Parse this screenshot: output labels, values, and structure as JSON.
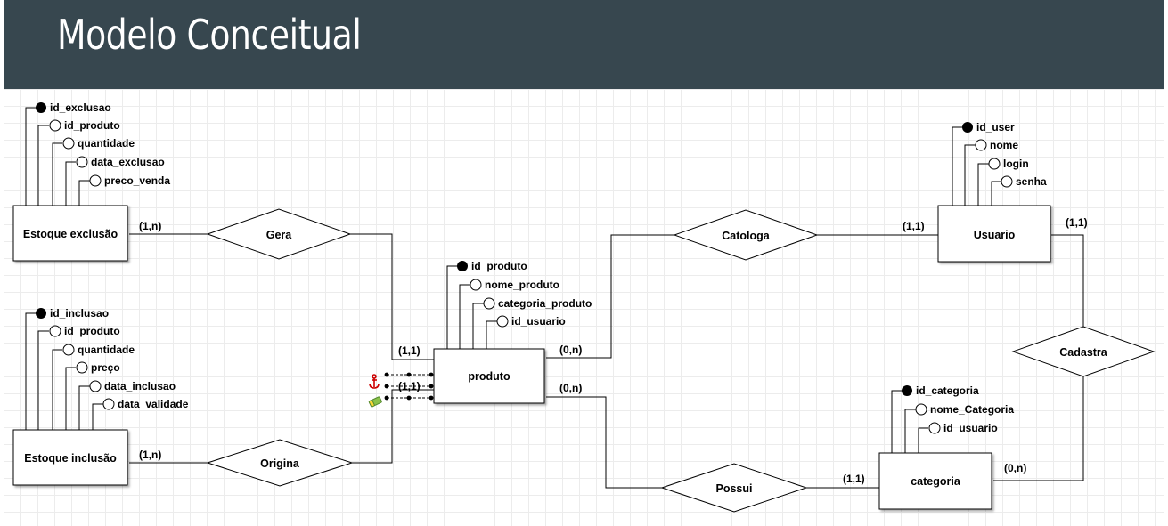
{
  "header": {
    "title": "Modelo Conceitual"
  },
  "entities": {
    "estoque_exclusao": {
      "name": "Estoque exclusão",
      "attributes": [
        "id_exclusao",
        "id_produto",
        "quantidade",
        "data_exclusao",
        "preco_venda"
      ]
    },
    "estoque_inclusao": {
      "name": "Estoque inclusão",
      "attributes": [
        "id_inclusao",
        "id_produto",
        "quantidade",
        "preço",
        "data_inclusao",
        "data_validade"
      ]
    },
    "produto": {
      "name": "produto",
      "attributes": [
        "id_produto",
        "nome_produto",
        "categoria_produto",
        "id_usuario"
      ]
    },
    "usuario": {
      "name": "Usuario",
      "attributes": [
        "id_user",
        "nome",
        "login",
        "senha"
      ]
    },
    "categoria": {
      "name": "categoria",
      "attributes": [
        "id_categoria",
        "nome_Categoria",
        "id_usuario"
      ]
    }
  },
  "relationships": {
    "gera": "Gera",
    "origina": "Origina",
    "catologa": "Catologa",
    "possui": "Possui",
    "cadastra": "Cadastra"
  },
  "cardinalities": {
    "exclusao_gera": "(1,n)",
    "gera_produto": "(1,1)",
    "inclusao_origina": "(1,n)",
    "origina_produto": "(1,1)",
    "produto_catologa": "(0,n)",
    "catologa_usuario": "(1,1)",
    "usuario_cadastra": "(1,1)",
    "produto_possui": "(0,n)",
    "possui_categoria": "(1,1)",
    "categoria_cadastra": "(0,n)"
  },
  "icons": [
    "anchor-icon",
    "eraser-icon"
  ],
  "colors": {
    "header_bg": "#37474f",
    "header_text": "#ffffff",
    "anchor": "#cc0000",
    "eraser": "#7cb342"
  }
}
